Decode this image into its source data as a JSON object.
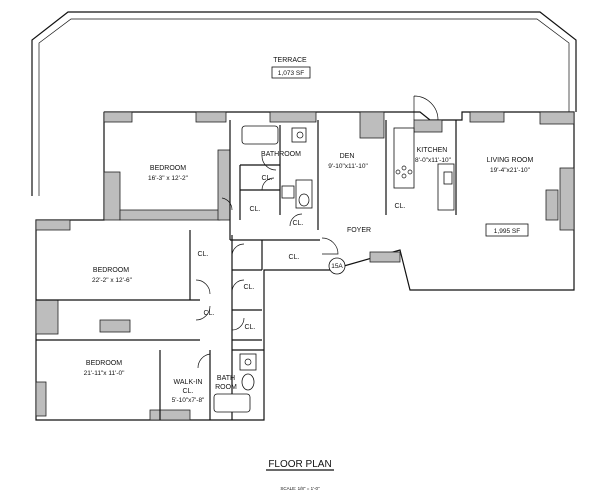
{
  "terrace": {
    "name": "TERRACE",
    "area": "1,073 SF"
  },
  "rooms": {
    "bedroom1": {
      "name": "BEDROOM",
      "dim": "16'-3\" x 12'-2\""
    },
    "bathroom": {
      "name": "BATHROOM"
    },
    "den": {
      "name": "DEN",
      "dim": "9'-10\"x11'-10\""
    },
    "kitchen": {
      "name": "KITCHEN",
      "dim": "8'-0\"x11'-10\""
    },
    "living": {
      "name": "LIVING ROOM",
      "dim": "19'-4\"x21'-10\""
    },
    "bedroom2": {
      "name": "BEDROOM",
      "dim": "22'-2\" x 12'-6\""
    },
    "bedroom3": {
      "name": "BEDROOM",
      "dim": "21'-11\"x 11'-0\""
    },
    "walkin": {
      "name1": "WALK-IN",
      "name2": "CL.",
      "dim": "5'-10\"x7'-8\""
    },
    "bath2": {
      "name1": "BATH",
      "name2": "ROOM"
    },
    "foyer": {
      "name": "FOYER"
    }
  },
  "interior_area": "1,995 SF",
  "closet_label": "CL.",
  "unit_tag": "15A",
  "title": "FLOOR PLAN",
  "scale": "SCALE: 1/8\" = 1'-0\""
}
